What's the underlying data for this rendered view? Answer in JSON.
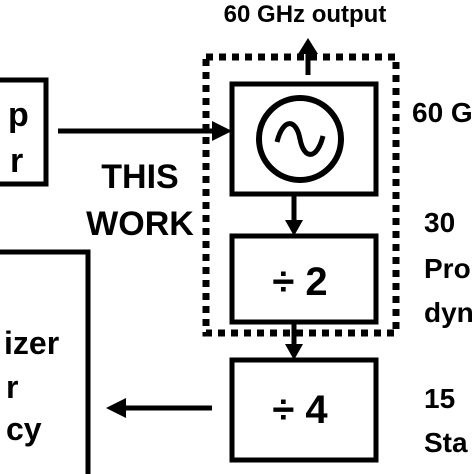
{
  "output_label": "60 GHz output",
  "left_box_top": {
    "line1": "p",
    "line2": "r"
  },
  "this_work": {
    "line1": "THIS",
    "line2": "WORK"
  },
  "div2_label": "÷ 2",
  "div4_label": "÷ 4",
  "left_box_bottom": {
    "line1": "izer",
    "line2": "r",
    "line3": "cy"
  },
  "right_labels": {
    "osc": "60 G",
    "div2_a": "30",
    "div2_b": "Pro",
    "div2_c": "dyn",
    "div4_a": "15",
    "div4_b": "Sta"
  }
}
